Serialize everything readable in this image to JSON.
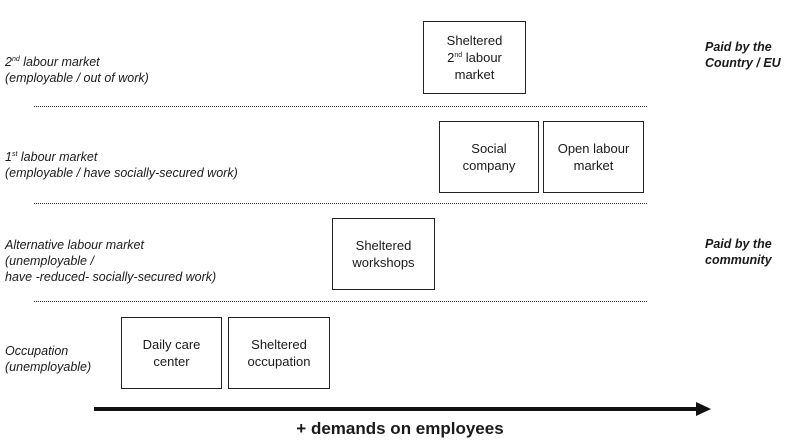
{
  "rows": [
    {
      "sup_prefix": "2",
      "title": "labour market",
      "subtitle": "(employable / out of work)"
    },
    {
      "sup_prefix": "1",
      "title": "labour market",
      "subtitle": "(employable / have socially-secured work)"
    },
    {
      "title": "Alternative labour market",
      "subtitle_1": "(unemployable /",
      "subtitle_2": "have -reduced- socially-secured work)"
    },
    {
      "title": "Occupation",
      "subtitle": "(unemployable)"
    }
  ],
  "row_label_sups": [
    "nd",
    "st"
  ],
  "payers": [
    {
      "line1": "Paid by the",
      "line2": "Country / EU"
    },
    {
      "line1": "Paid by the",
      "line2": "community"
    }
  ],
  "boxes": {
    "sheltered_labour_market": {
      "line1": "Sheltered",
      "line2_prefix": "2",
      "line2_sup": "nd",
      "line2_rest": " labour",
      "line3": "market"
    },
    "social_company": {
      "line1": "Social",
      "line2": "company"
    },
    "open_labour_market": {
      "line1": "Open labour",
      "line2": "market"
    },
    "sheltered_workshops": {
      "line1": "Sheltered",
      "line2": "workshops"
    },
    "daily_care_center": {
      "line1": "Daily care",
      "line2": "center"
    },
    "sheltered_occupation": {
      "line1": "Sheltered",
      "line2": "occupation"
    }
  },
  "axis": {
    "label": "+ demands on employees"
  },
  "colors": {
    "ink": "#1a1a1a",
    "border": "#222222",
    "background": "#ffffff"
  }
}
